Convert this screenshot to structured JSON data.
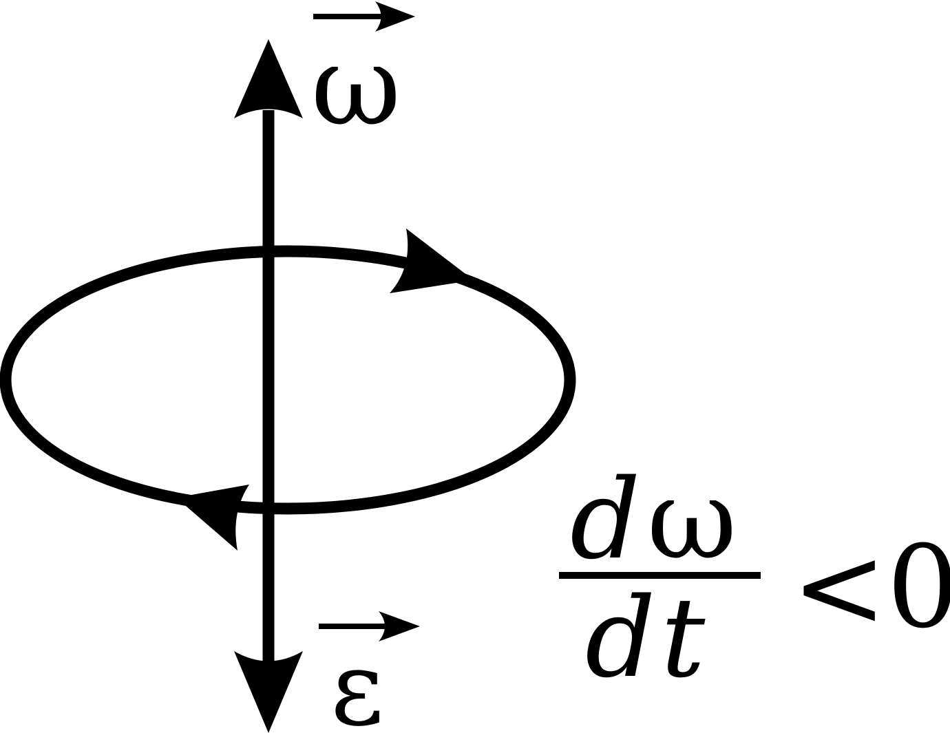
{
  "colors": {
    "ink": "#000000",
    "background": "#ffffff"
  },
  "labels": {
    "omega": "ω",
    "epsilon": "ε",
    "numerator_d": "d",
    "numerator_omega": "ω",
    "denominator_d": "d",
    "denominator_t": "t",
    "inequality": "<0"
  }
}
